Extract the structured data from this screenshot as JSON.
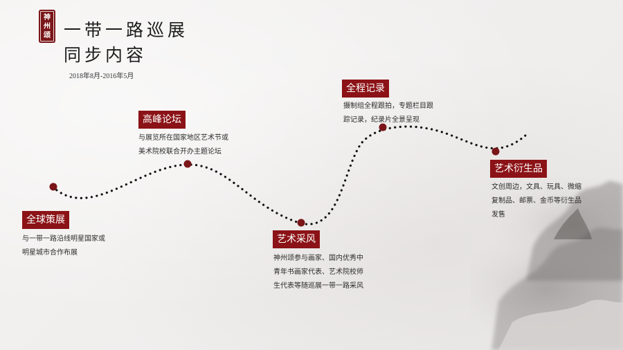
{
  "seal": {
    "line1": "神",
    "line2": "州",
    "line3": "颂"
  },
  "title": {
    "line1": "一带一路巡展",
    "line2": "同步内容"
  },
  "date_range": "2018年8月-2016年5月",
  "milestones": [
    {
      "label": "全球策展",
      "lines": [
        "与一带一路沿线明星国家或",
        "明星城市合作布展"
      ]
    },
    {
      "label": "高峰论坛",
      "lines": [
        "与展览所在国家地区艺术节或",
        "美术院校联合开办主题论坛"
      ]
    },
    {
      "label": "艺术采风",
      "lines": [
        "神州颂参与画家、国内优秀中",
        "青年书画家代表、艺术院校师",
        "生代表等随巡展一带一路采风"
      ]
    },
    {
      "label": "全程记录",
      "lines": [
        "摄制组全程跟拍，专题栏目跟",
        "踪记录，纪录片全景呈现"
      ]
    },
    {
      "label": "艺术衍生品",
      "lines": [
        "文创周边，文具、玩具、微缩",
        "复制品、邮票、金币等衍生品",
        "发售"
      ]
    }
  ],
  "colors": {
    "accent": "#8b1216",
    "dot": "#7a1518",
    "text": "#1c1c1c"
  }
}
